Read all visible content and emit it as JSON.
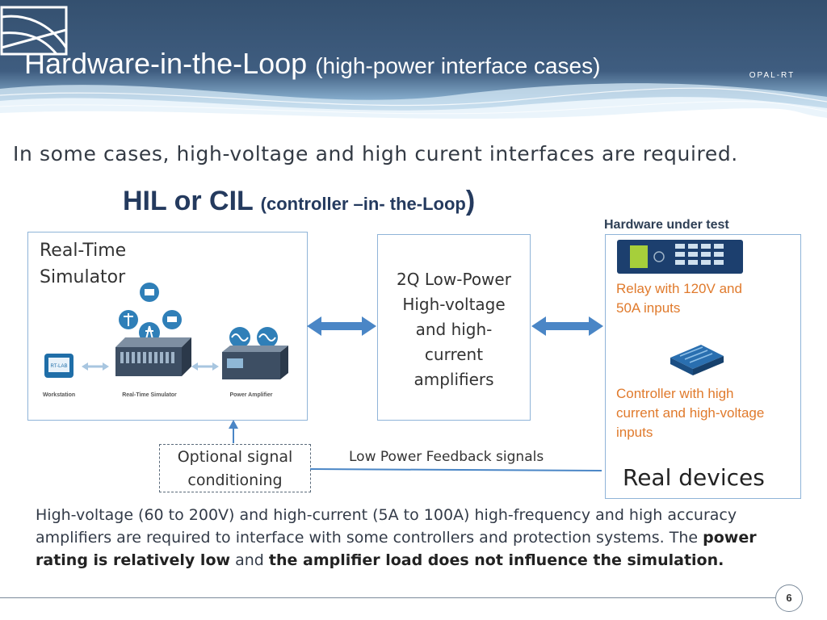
{
  "slide": {
    "title": "Hardware-in-the-Loop",
    "title_sub": "(high-power interface cases)",
    "logo_text": "OPAL-RT",
    "intro": "In some cases, high-voltage and high curent interfaces are required.",
    "hil_main": "HIL or CIL",
    "hil_paren": "(controller –in- the-Loop",
    "hil_close": ")",
    "hardware_under_test": "Hardware under test",
    "simulator": {
      "label_line1": "Real-Time",
      "label_line2": "Simulator",
      "workstation": "Workstation",
      "rts_caption": "Real-Time Simulator",
      "power_amp": "Power Amplifier",
      "screen_text": "RT-LAB"
    },
    "amplifier": {
      "line1": "2Q Low-Power",
      "line2": "High-voltage",
      "line3": "and high-",
      "line4": "current",
      "line5": "amplifiers"
    },
    "devices": {
      "relay_line1": "Relay with 120V and",
      "relay_line2": "50A inputs",
      "ctrl_line1": "Controller with high",
      "ctrl_line2": "current and high-voltage",
      "ctrl_line3": "inputs",
      "real_devices": "Real devices"
    },
    "optional_line1": "Optional signal",
    "optional_line2": "conditioning",
    "feedback": "Low Power Feedback signals",
    "bottom": {
      "p1": "High-voltage (60 to 200V) and high-current (5A to 100A) high-frequency and high accuracy amplifiers are required to interface with some controllers and protection systems.  The ",
      "b1": "power rating is relatively low",
      "p2": " and ",
      "b2": "the amplifier load does not influence the simulation."
    },
    "page_number": "6"
  },
  "colors": {
    "header_dark": "#3a5577",
    "arrow_blue": "#4a86c6",
    "orange_text": "#e07a2c",
    "box_border": "#8fb4d8"
  }
}
